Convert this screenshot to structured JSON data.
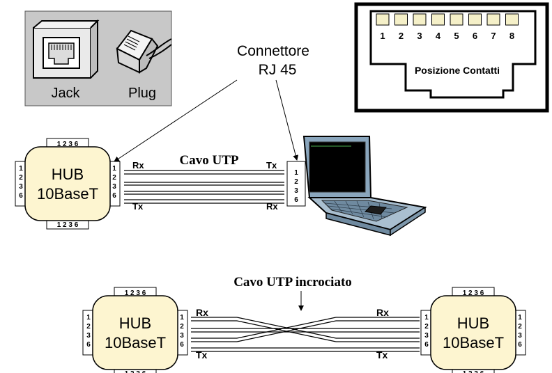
{
  "rj45_panel": {
    "jack_label": "Jack",
    "plug_label": "Plug",
    "bg_color": "#c8c8c8"
  },
  "connector_callout": {
    "line1": "Connettore",
    "line2": "RJ 45"
  },
  "pin_diagram": {
    "pins": [
      "1",
      "2",
      "3",
      "4",
      "5",
      "6",
      "7",
      "8"
    ],
    "caption": "Posizione Contatti",
    "pin_color": "#f5f0c8"
  },
  "hub": {
    "name": "HUB",
    "model": "10BaseT",
    "port_pins": [
      "1",
      "2",
      "3",
      "6"
    ],
    "port_label": "1 2 3 6",
    "fill_color": "#fdf5d0"
  },
  "straight_cable": {
    "label": "Cavo UTP",
    "left_top": "Rx",
    "left_bottom": "Tx",
    "right_top": "Tx",
    "right_bottom": "Rx"
  },
  "laptop": {
    "port_pins": [
      "1",
      "2",
      "3",
      "6"
    ],
    "body_color": "#8aa6bd",
    "screen_color": "#000000"
  },
  "crossover_cable": {
    "label": "Cavo UTP incrociato",
    "left_top": "Rx",
    "left_bottom": "Tx",
    "right_top": "Rx",
    "right_bottom": "Tx"
  }
}
